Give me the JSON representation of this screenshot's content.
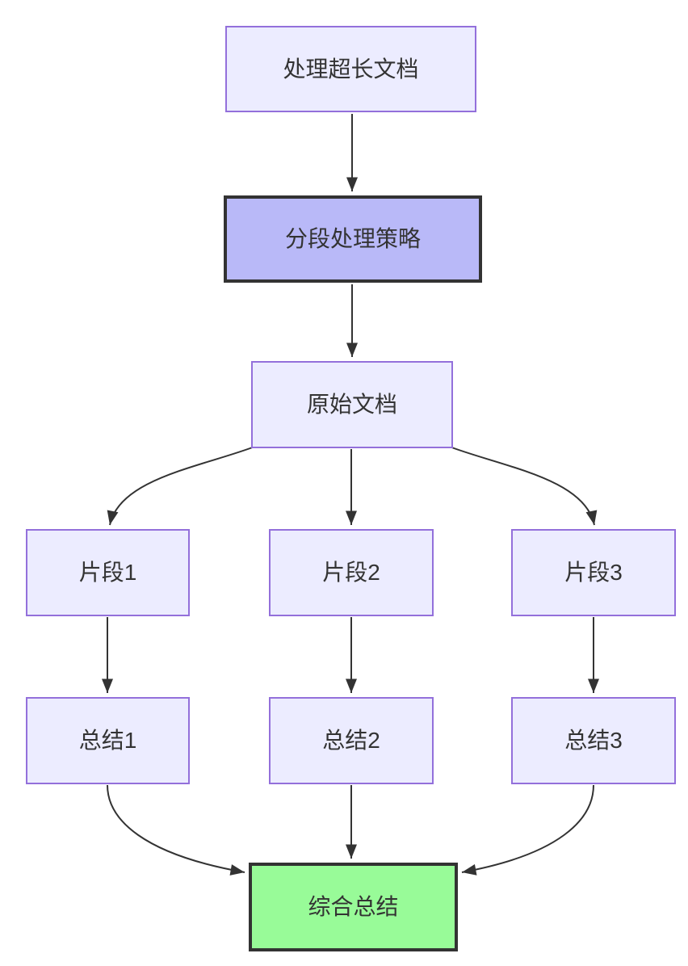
{
  "diagram": {
    "type": "flowchart",
    "direction": "top-down",
    "nodes": {
      "process_long_doc": {
        "label": "处理超长文档"
      },
      "segment_strategy": {
        "label": "分段处理策略"
      },
      "original_doc": {
        "label": "原始文档"
      },
      "fragment1": {
        "label": "片段1"
      },
      "fragment2": {
        "label": "片段2"
      },
      "fragment3": {
        "label": "片段3"
      },
      "summary1": {
        "label": "总结1"
      },
      "summary2": {
        "label": "总结2"
      },
      "summary3": {
        "label": "总结3"
      },
      "final_summary": {
        "label": "综合总结"
      }
    },
    "edges": [
      {
        "from": "process_long_doc",
        "to": "segment_strategy"
      },
      {
        "from": "segment_strategy",
        "to": "original_doc"
      },
      {
        "from": "original_doc",
        "to": "fragment1"
      },
      {
        "from": "original_doc",
        "to": "fragment2"
      },
      {
        "from": "original_doc",
        "to": "fragment3"
      },
      {
        "from": "fragment1",
        "to": "summary1"
      },
      {
        "from": "fragment2",
        "to": "summary2"
      },
      {
        "from": "fragment3",
        "to": "summary3"
      },
      {
        "from": "summary1",
        "to": "final_summary"
      },
      {
        "from": "summary2",
        "to": "final_summary"
      },
      {
        "from": "summary3",
        "to": "final_summary"
      }
    ],
    "colors": {
      "background": "#FFFFFF",
      "node_fill": "#ECECFF",
      "node_border": "#9370DB",
      "accent_fill": "#B9B9F8",
      "accent_border": "#333333",
      "final_fill": "#98FB98",
      "final_border": "#333333",
      "edge": "#333333",
      "text": "#333333"
    }
  }
}
